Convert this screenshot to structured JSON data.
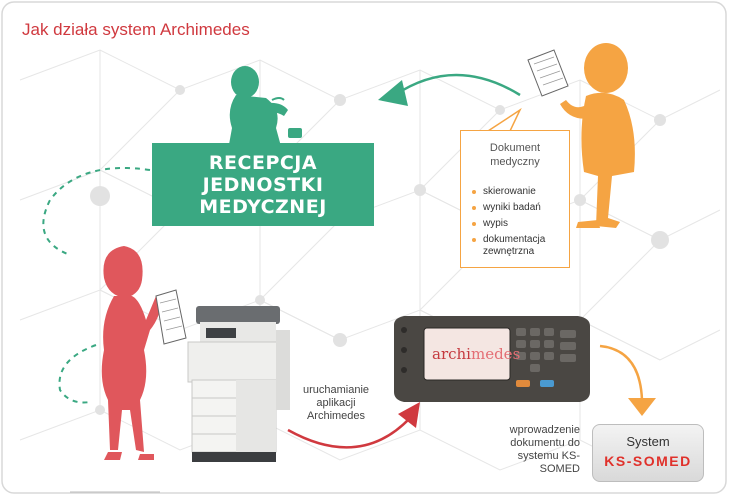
{
  "title": "Jak działa system Archimedes",
  "reception": {
    "line1": "RECEPCJA",
    "line2": "JEDNOSTKI",
    "line3": "MEDYCZNEJ"
  },
  "document_box": {
    "title": "Dokument medyczny",
    "items": [
      "skierowanie",
      "wyniki badań",
      "wypis",
      "dokumentacja zewnętrzna"
    ]
  },
  "launch_caption": "uruchamianie aplikacji Archimedes",
  "entry_caption": "wprowadzenie dokumentu do systemu KS-SOMED",
  "panel_screen": {
    "text_a": "archi",
    "text_b": "medes"
  },
  "target_system": {
    "label": "System",
    "logo": "KS-SOMED"
  },
  "colors": {
    "title_red": "#d0393f",
    "reception_green": "#3aa882",
    "patient_orange": "#f5a443",
    "receptionist_red": "#e0575c",
    "ks_red": "#e0312b"
  }
}
